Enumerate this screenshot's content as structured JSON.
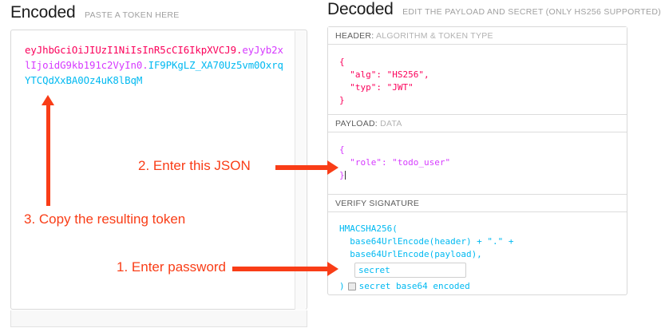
{
  "encoded": {
    "title": "Encoded",
    "subtitle": "PASTE A TOKEN HERE",
    "token_header": "eyJhbGciOiJIUzI1NiIsInR5cCI6IkpXVCJ9",
    "token_payload": "eyJyb2xlIjoidG9kb191c2VyIn0",
    "token_signature": "IF9PKgLZ_XA70Uz5vm0OxrqYTCQdXxBA0Oz4uK8lBqM",
    "dot": "."
  },
  "decoded": {
    "title": "Decoded",
    "subtitle": "EDIT THE PAYLOAD AND SECRET (ONLY HS256 SUPPORTED)",
    "sections": [
      {
        "key": "HEADER:",
        "value": "ALGORITHM & TOKEN TYPE",
        "body": "{\n  \"alg\": \"HS256\",\n  \"typ\": \"JWT\"\n}"
      },
      {
        "key": "PAYLOAD:",
        "value": "DATA",
        "body": "{\n  \"role\": \"todo_user\"\n}"
      },
      {
        "key": "VERIFY SIGNATURE",
        "value": "",
        "body_line1": "HMACSHA256(",
        "body_line2": "  base64UrlEncode(header) + \".\" +",
        "body_line3": "  base64UrlEncode(payload),",
        "body_close": ")"
      }
    ],
    "secret_value": "secret",
    "base64_label": "secret base64 encoded"
  },
  "annotations": {
    "step1": "1. Enter password",
    "step2": "2. Enter this JSON",
    "step3": "3. Copy the resulting token"
  },
  "colors": {
    "accent_red": "#f93d17",
    "jwt_header": "#fb015b",
    "jwt_payload": "#d63aff",
    "jwt_signature": "#00b9f1"
  }
}
